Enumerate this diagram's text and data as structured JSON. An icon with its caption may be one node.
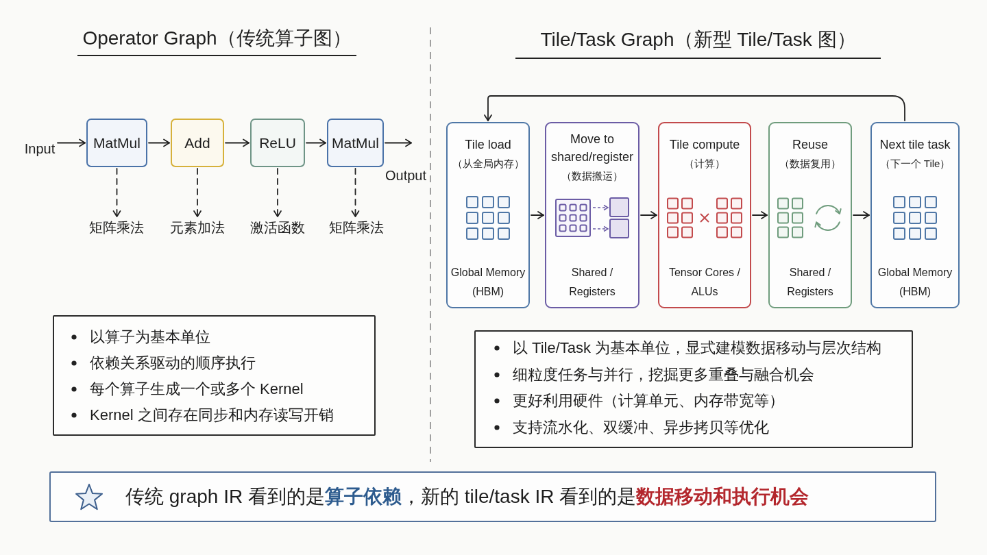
{
  "diagram": {
    "nodes": [
      {
        "text": [
          "Input"
        ]
      },
      {
        "text": [
          "MatMul"
        ]
      },
      {
        "text": [
          "Add"
        ]
      },
      {
        "text": [
          "ReLU"
        ]
      },
      {
        "text": [
          "MatMul"
        ]
      },
      {
        "text": [
          "矩阵乘法"
        ]
      },
      {
        "text": [
          "元素加法"
        ]
      },
      {
        "text": [
          "激活函数"
        ]
      },
      {
        "text": [
          "矩阵乘法"
        ]
      },
      {
        "text": [
          "以算子为基本单位",
          "依赖关系驱动的顺序执行",
          "每个算子生成一个或多个 Kernel",
          "Kernel 之间存在同步和内存读写开销"
        ]
      },
      {
        "text": [
          "Tile load",
          "（从全局内存）",
          "Global Memory (HBM)"
        ]
      },
      {
        "text": [
          "Move to shared/register",
          "（数据搬运）",
          "Shared / Registers"
        ]
      },
      {
        "text": [
          "Tile compute",
          "（计算）",
          "Tensor Cores / ALUs"
        ]
      },
      {
        "text": [
          "Reuse",
          "（数据复用）",
          "Shared / Registers"
        ]
      },
      {
        "text": [
          "Next tile task",
          "（下一个 Tile）",
          "Global Memory (HBM)"
        ]
      },
      {
        "text": [
          "以 Tile/Task 为基本单位，显式建模数据移动与层次结构",
          "细粒度任务与并行，挖掘更多重叠与融合机会",
          "更好利用硬件（计算单元、内存带宽等）",
          "支持流水化、双缓冲、异步拷贝等优化"
        ]
      },
      {
        "text": [
          "传统 graph IR 看到的是**算子依赖**，新的 tile/task IR 看到的是**数据移动和执行机会**"
        ]
      }
    ],
    "edges": [
      {
        "from": 0,
        "to": 1,
        "arrow": "to"
      },
      {
        "from": 1,
        "to": 2,
        "arrow": "to"
      },
      {
        "from": 2,
        "to": 3,
        "arrow": "to"
      },
      {
        "from": 3,
        "to": 4,
        "arrow": "to"
      },
      {
        "from": 4,
        "to": null,
        "arrow": "to"
      },
      {
        "from": 1,
        "to": 5,
        "arrow": "to",
        "style": "dashed"
      },
      {
        "from": 2,
        "to": 6,
        "arrow": "to",
        "style": "dashed"
      },
      {
        "from": 3,
        "to": 7,
        "arrow": "to",
        "style": "dashed"
      },
      {
        "from": 4,
        "to": 8,
        "arrow": "to",
        "style": "dashed"
      },
      {
        "from": 10,
        "to": 11,
        "arrow": "to"
      },
      {
        "from": 11,
        "to": 12,
        "arrow": "to"
      },
      {
        "from": 12,
        "to": 13,
        "arrow": "to"
      },
      {
        "from": 13,
        "to": 14,
        "arrow": "to"
      },
      {
        "from": 14,
        "to": 10,
        "arrow": "to"
      }
    ],
    "labels": [
      "Operator Graph（传统算子图）",
      "Tile/Task Graph（新型 Tile/Task 图）",
      "Output"
    ]
  }
}
